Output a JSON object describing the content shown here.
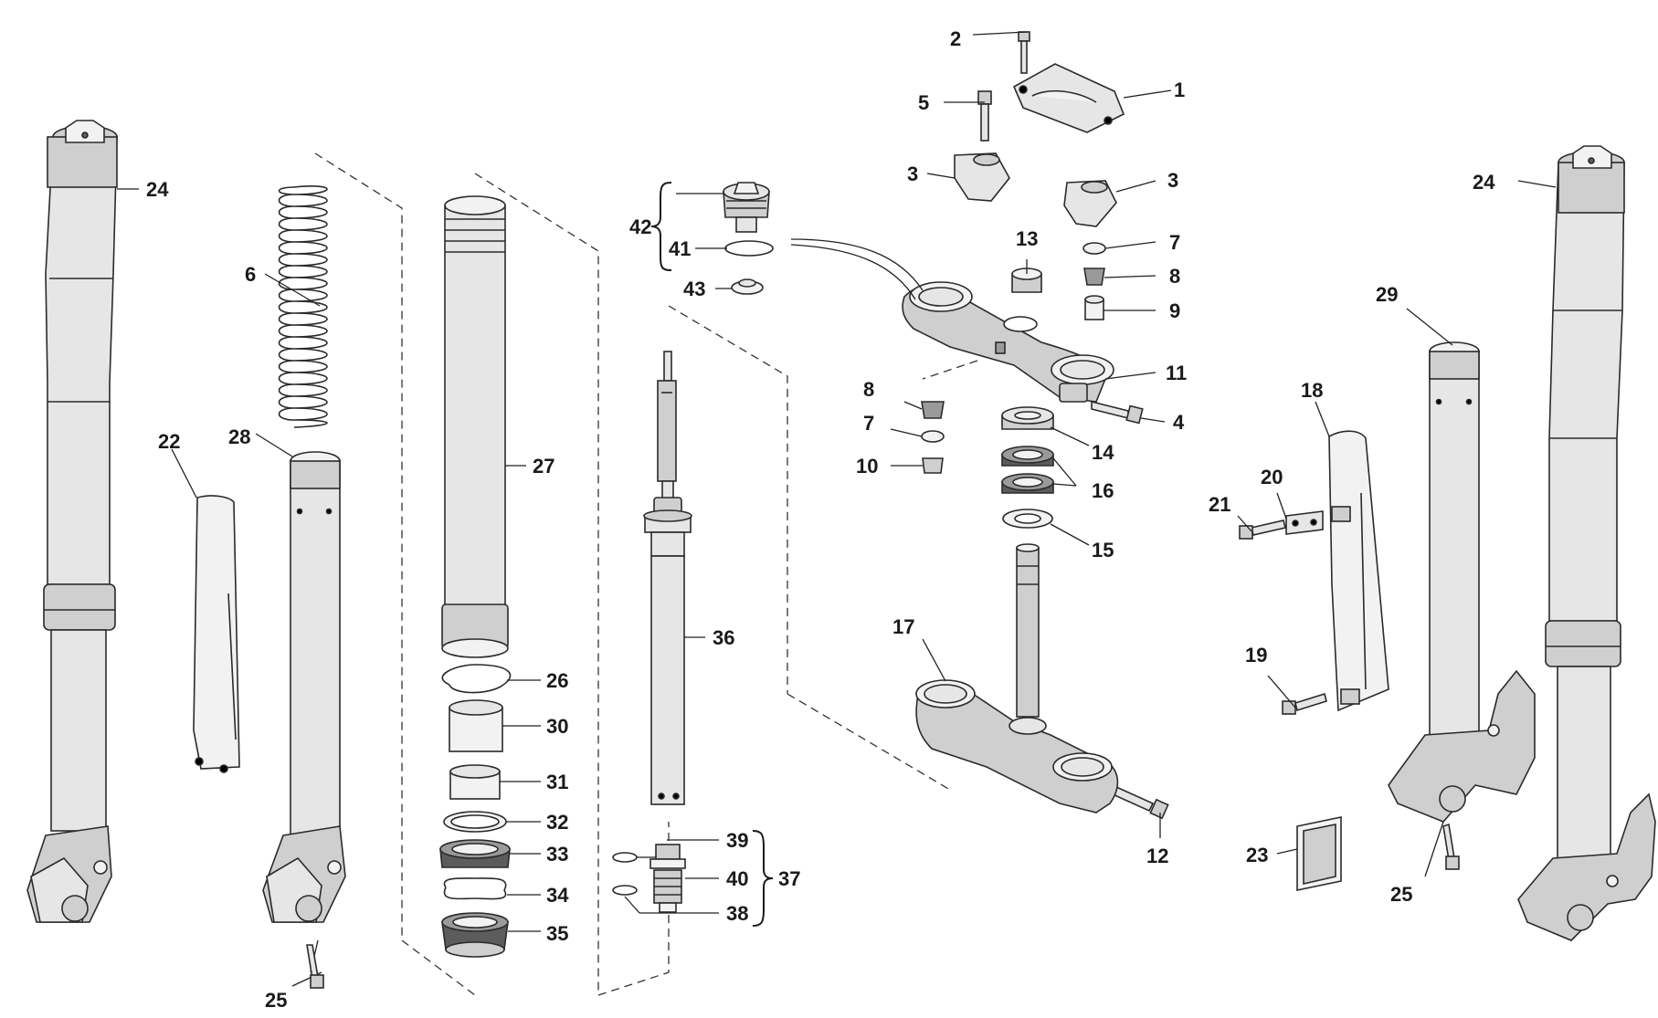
{
  "labels": {
    "l1": "1",
    "l2": "2",
    "l3a": "3",
    "l3b": "3",
    "l4": "4",
    "l5": "5",
    "l6": "6",
    "l7a": "7",
    "l7b": "7",
    "l8a": "8",
    "l8b": "8",
    "l9": "9",
    "l10": "10",
    "l11": "11",
    "l12": "12",
    "l13": "13",
    "l14": "14",
    "l15": "15",
    "l16": "16",
    "l17": "17",
    "l18": "18",
    "l19": "19",
    "l20": "20",
    "l21": "21",
    "l22": "22",
    "l23": "23",
    "l24a": "24",
    "l24b": "24",
    "l25a": "25",
    "l25b": "25",
    "l26": "26",
    "l27": "27",
    "l28": "28",
    "l29": "29",
    "l30": "30",
    "l31": "31",
    "l32": "32",
    "l33": "33",
    "l34": "34",
    "l35": "35",
    "l36": "36",
    "l37": "37",
    "l38": "38",
    "l39": "39",
    "l40": "40",
    "l41": "41",
    "l42": "42",
    "l43": "43"
  }
}
